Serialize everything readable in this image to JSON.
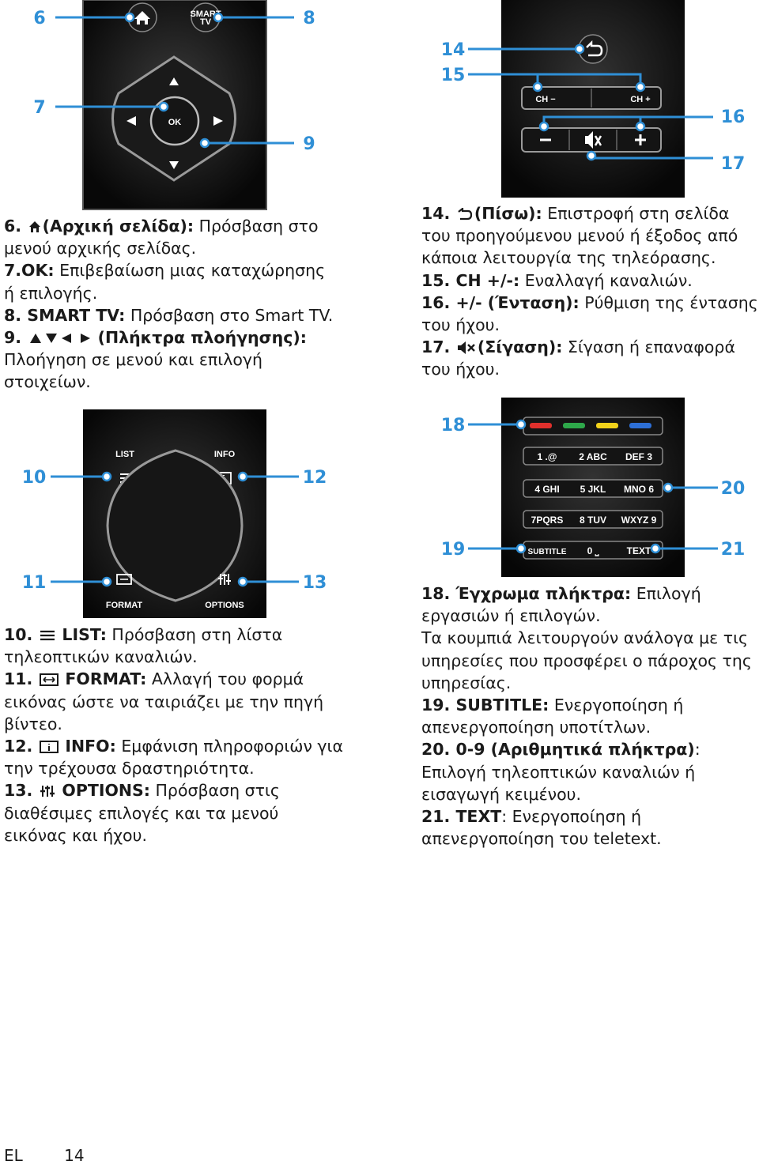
{
  "figures": {
    "fig1": {
      "callouts": [
        "6",
        "7",
        "8",
        "9"
      ],
      "labels": {
        "ok": "OK",
        "smart_tv": "SMART TV"
      }
    },
    "fig2": {
      "callouts": [
        "14",
        "15",
        "16",
        "17"
      ],
      "labels": {
        "ch_minus": "CH −",
        "ch_plus": "CH +"
      }
    },
    "fig3": {
      "callouts": [
        "10",
        "11",
        "12",
        "13"
      ],
      "labels": {
        "list": "LIST",
        "info": "INFO",
        "format": "FORMAT",
        "options": "OPTIONS"
      }
    },
    "fig4": {
      "callouts": [
        "18",
        "19",
        "20",
        "21"
      ],
      "keys": [
        "1 .@",
        "2 ABC",
        "DEF 3",
        "4 GHI",
        "5 JKL",
        "MNO 6",
        "7PQRS",
        "8 TUV",
        "WXYZ 9",
        "SUBTITLE",
        "0 ⎵",
        "TEXT"
      ]
    }
  },
  "descriptions": {
    "d6": {
      "num": "6.",
      "name": "(Αρχική σελίδα):",
      "text": " Πρόσβαση στο μενού αρχικής σελίδας."
    },
    "d7": {
      "num": "7.OK:",
      "text": " Επιβεβαίωση μιας καταχώρησης ή επιλογής."
    },
    "d8": {
      "num": "8. SMART TV:",
      "text": " Πρόσβαση στο Smart TV."
    },
    "d9": {
      "num": "9.",
      "name": "(Πλήκτρα πλοήγησης):",
      "text": " Πλοήγηση σε μενού και επιλογή στοιχείων."
    },
    "d14": {
      "num": "14.",
      "name": "(Πίσω):",
      "text": " Επιστροφή στη σελίδα του προηγούμενου μενού ή έξοδος από κάποια λειτουργία της τηλεόρασης."
    },
    "d15": {
      "num": "15. CH +/-:",
      "text": " Εναλλαγή καναλιών."
    },
    "d16": {
      "num": "16. +/- (Ένταση):",
      "text": " Ρύθμιση της έντασης του ήχου."
    },
    "d17": {
      "num": "17.",
      "name": "(Σίγαση):",
      "text": " Σίγαση ή επαναφορά του ήχου."
    },
    "d10": {
      "num": "10.",
      "name": "LIST:",
      "text": " Πρόσβαση στη λίστα τηλεοπτικών καναλιών."
    },
    "d11": {
      "num": "11.",
      "name": "FORMAT:",
      "text": " Αλλαγή του φορμά εικόνας ώστε να ταιριάζει με την πηγή βίντεο."
    },
    "d12": {
      "num": "12.",
      "name": "INFO:",
      "text": " Εμφάνιση πληροφοριών για την τρέχουσα δραστηριότητα."
    },
    "d13": {
      "num": "13.",
      "name": "OPTIONS:",
      "text": " Πρόσβαση στις διαθέσιμες επιλογές και τα μενού εικόνας και ήχου."
    },
    "d18": {
      "num": "18. Έγχρωμα πλήκτρα:",
      "text": " Επιλογή εργασιών ή επιλογών."
    },
    "d18b": {
      "text": "Τα κουμπιά λειτουργούν ανάλογα με τις υπηρεσίες που προσφέρει ο πάροχος της υπηρεσίας."
    },
    "d19": {
      "num": "19. SUBTITLE:",
      "text": " Ενεργοποίηση ή απενεργοποίηση υποτίτλων."
    },
    "d20": {
      "num": "20. 0-9 (Αριθμητικά πλήκτρα)",
      "text": ": Επιλογή τηλεοπτικών καναλιών ή εισαγωγή κειμένου."
    },
    "d21": {
      "num": "21. TEXT",
      "text": ": Ενεργοποίηση ή απενεργοποίηση του teletext."
    }
  },
  "footer": {
    "lang": "EL",
    "page": "14"
  },
  "colors": {
    "callout": "#2f8fd6",
    "remote": "#111111",
    "red": "#e0302c",
    "green": "#2ea84a",
    "yellow": "#f2d21a",
    "blue": "#2d6fd6"
  }
}
